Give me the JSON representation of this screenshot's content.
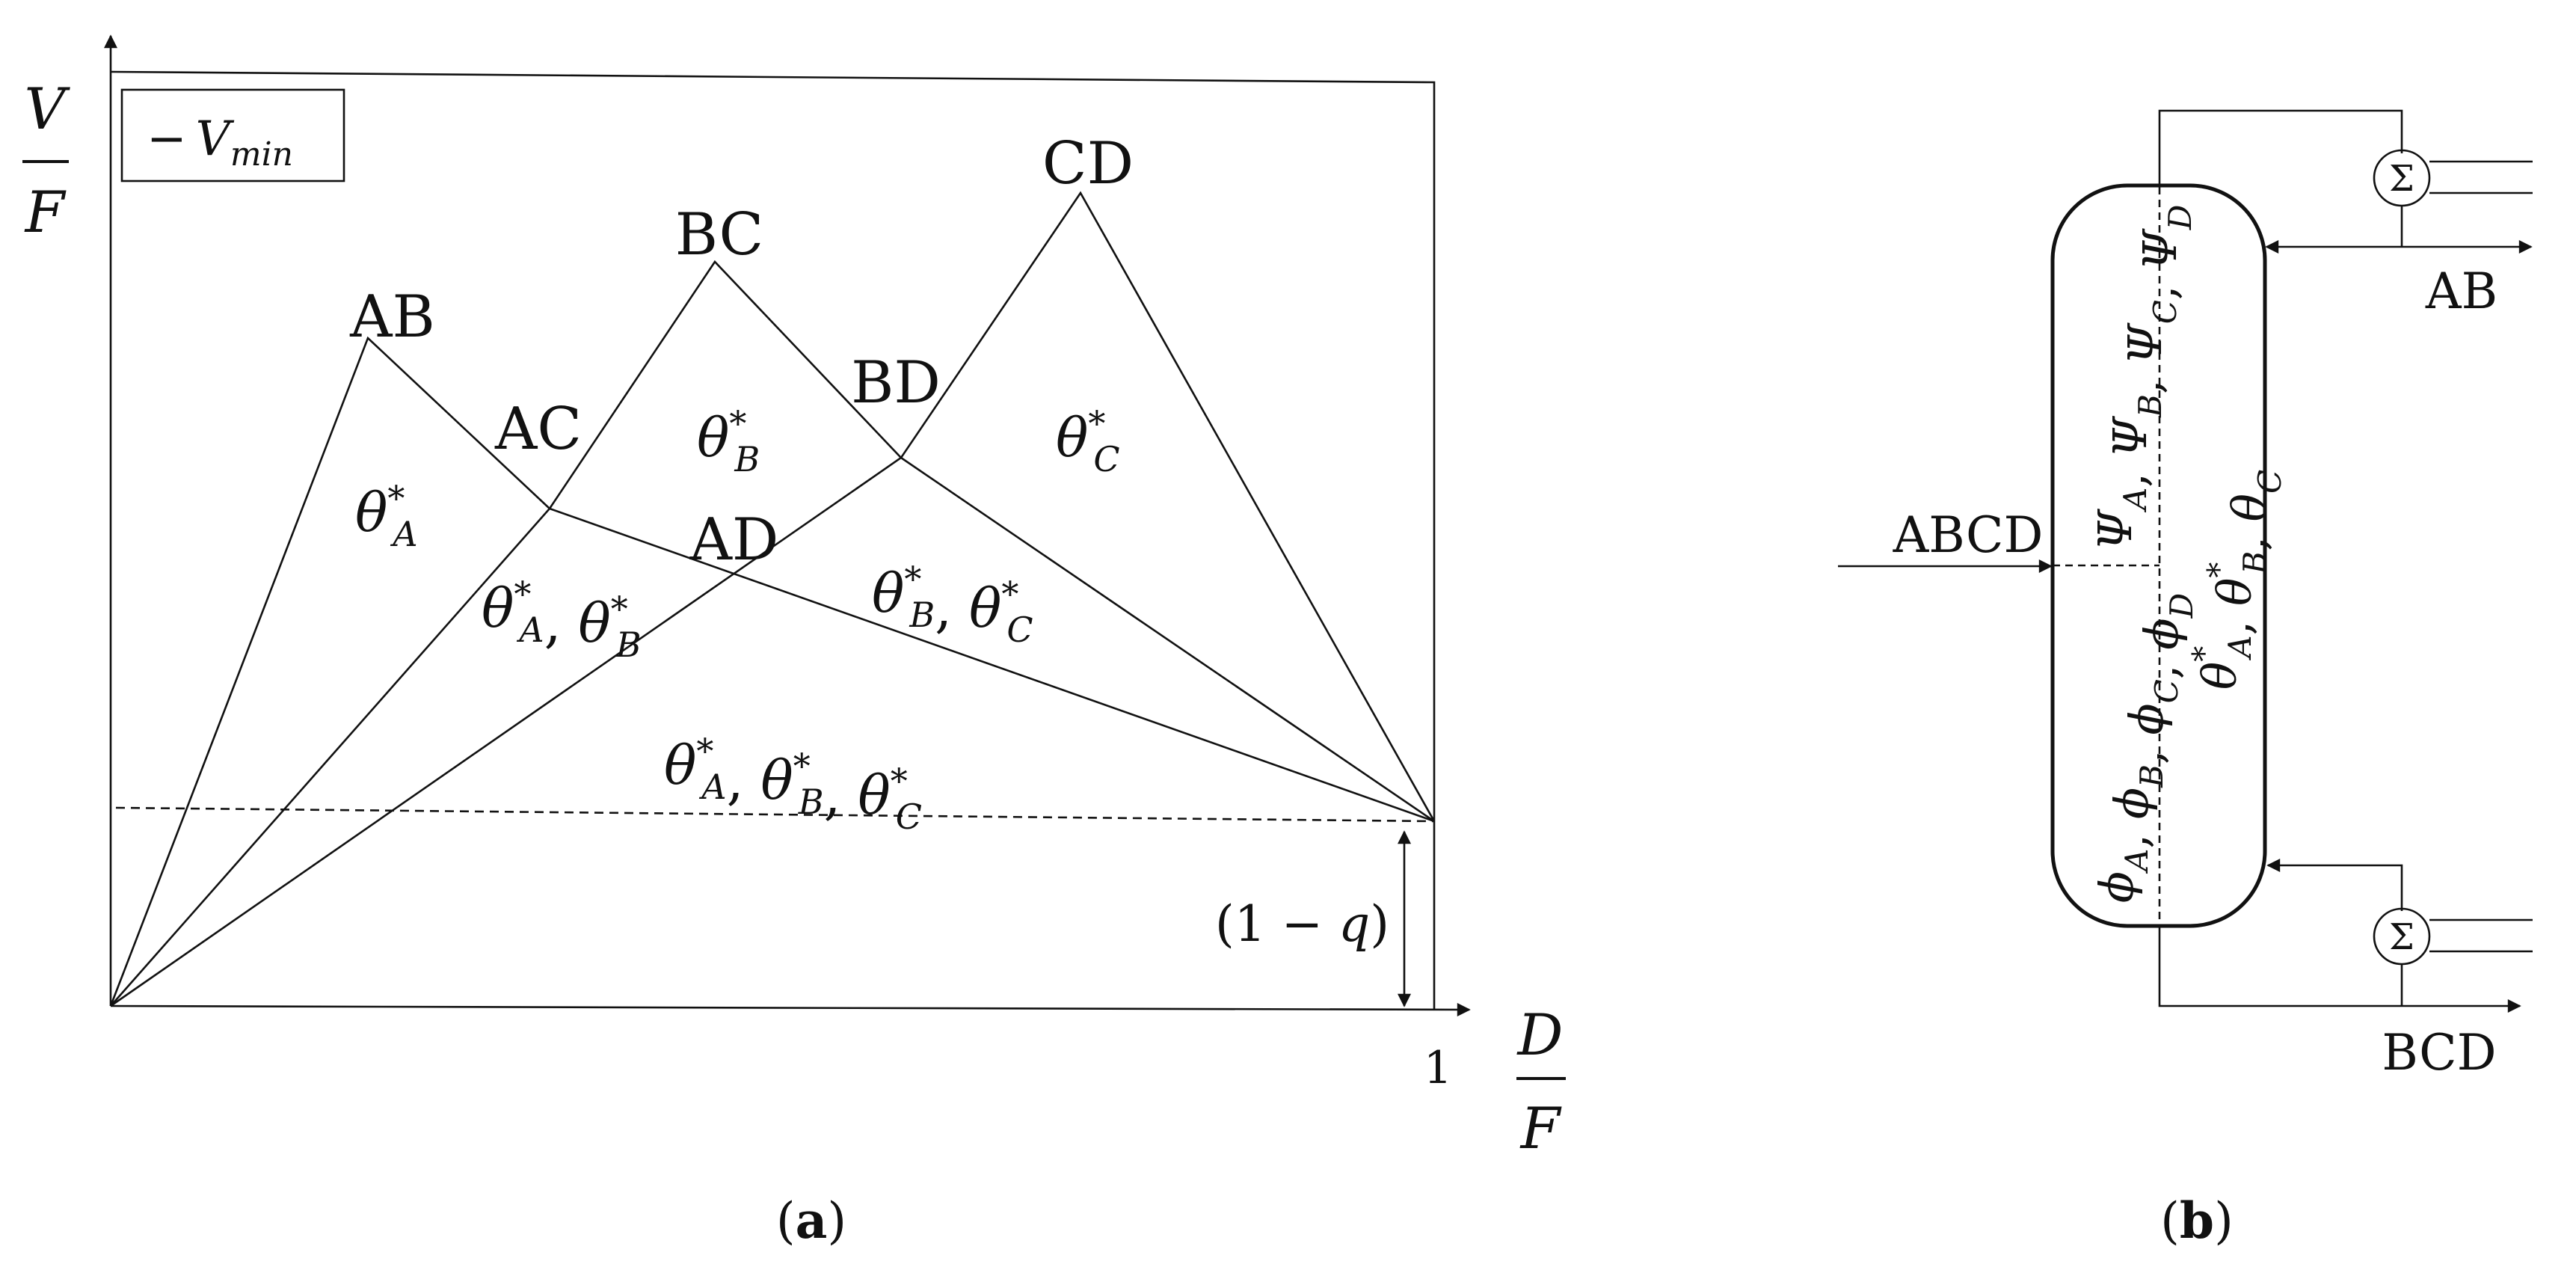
{
  "panel_a": {
    "caption": "a",
    "axes": {
      "y_num": "V",
      "y_den": "F",
      "x_num": "D",
      "x_den": "F",
      "x_tick": "1"
    },
    "legend": {
      "minus": "−",
      "v": "V",
      "sub": "min"
    },
    "peaks": {
      "ab": "AB",
      "bc": "BC",
      "cd": "CD"
    },
    "pinches": {
      "ac": "AC",
      "bd": "BD",
      "ad": "AD"
    },
    "regions": {
      "r1": "θ*A",
      "r2": "θ*B",
      "r3": "θ*C",
      "r4": "θ*A, θ*B",
      "r5": "θ*B, θ*C",
      "r6": "θ*A, θ*B, θ*C"
    },
    "q_label": "(1 − q)"
  },
  "panel_b": {
    "caption": "b",
    "feed": "ABCD",
    "distillate": "AB",
    "bottoms": "BCD",
    "top_vars": "ΨA, ΨB, ΨC, ΨD",
    "bottom_vars": "ϕA, ϕB, ϕC, ϕD",
    "right_vars": "θ*A, θ*B, θC"
  }
}
